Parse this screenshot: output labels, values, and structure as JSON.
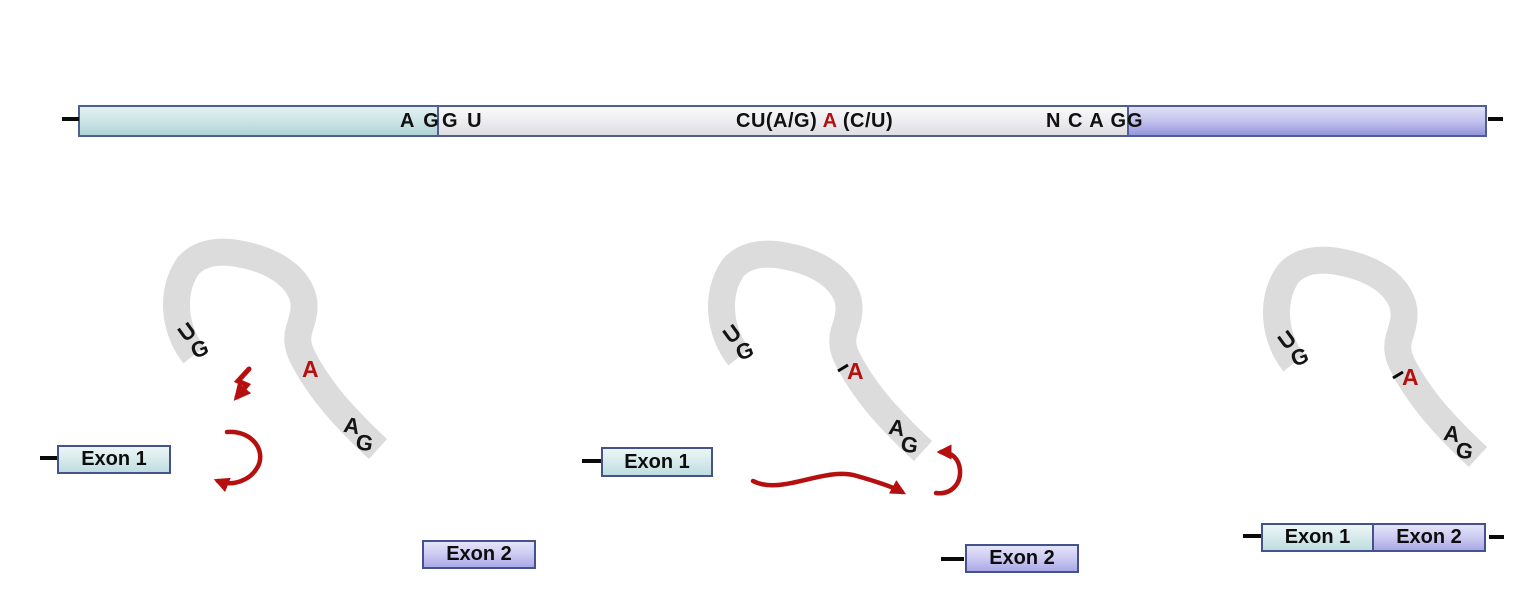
{
  "sequence_bar": {
    "exon1_end": "A G",
    "intron_start": "G U",
    "branch_left": "CU(A/G)",
    "branch_a": "A",
    "branch_right": "(C/U)",
    "intron_end": "N C A G",
    "exon2_start": "G"
  },
  "lariat": {
    "u": "U",
    "g5": "G",
    "branch_a": "A",
    "a3": "A",
    "g3": "G"
  },
  "panels": [
    {
      "exon1": "Exon 1",
      "exon2": "Exon 2"
    },
    {
      "exon1": "Exon 1",
      "exon2": "Exon 2"
    },
    {
      "exon1": "Exon 1",
      "exon2": "Exon 2"
    }
  ],
  "colors": {
    "accent_red": "#b5100f",
    "ribbon_gray": "#dcdcdc",
    "border_blue": "#4f5f96",
    "exon1_fill": "#cfe6e7",
    "exon2_fill": "#c3c3ee",
    "intron_fill": "#ececf0"
  }
}
